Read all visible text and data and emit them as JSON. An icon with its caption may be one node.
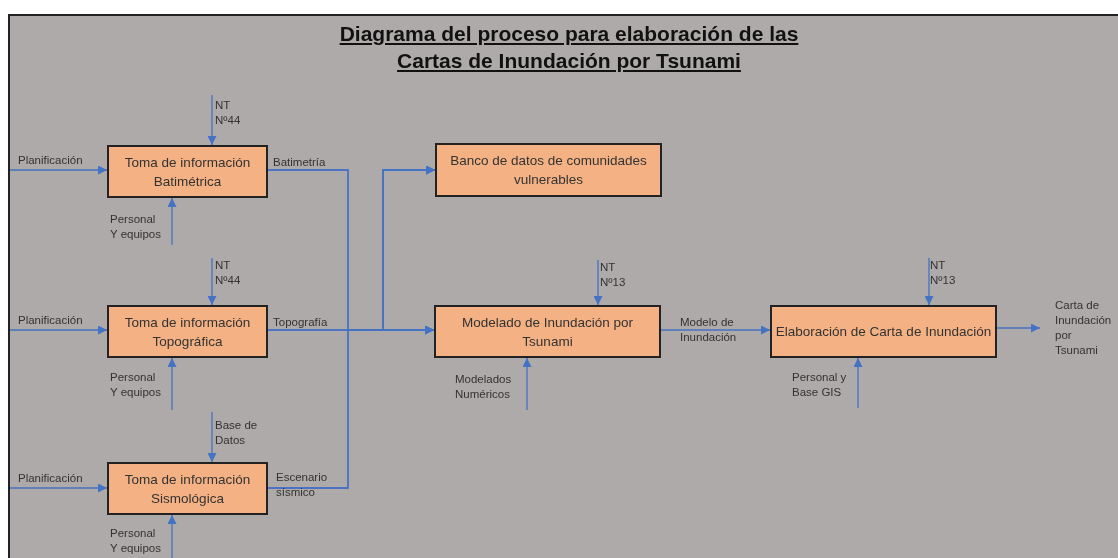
{
  "diagram": {
    "title": "Diagrama del proceso para elaboración de las Cartas de Inundación por Tsunami",
    "nodes": [
      {
        "text": [
          "Toma de información Batimétrica"
        ]
      },
      {
        "text": [
          "Toma de información Topográfica"
        ]
      },
      {
        "text": [
          "Toma de información Sismológica"
        ]
      },
      {
        "text": [
          "Banco de datos de comunidades vulnerables"
        ]
      },
      {
        "text": [
          "Modelado de Inundación por Tsunami"
        ]
      },
      {
        "text": [
          "Elaboración de Carta de Inundación"
        ]
      }
    ],
    "edges": [
      {
        "from": null,
        "to": 0,
        "arrow": "to",
        "label": "Planificación"
      },
      {
        "from": null,
        "to": 0,
        "arrow": "to",
        "label": "NT Nº44"
      },
      {
        "from": null,
        "to": 0,
        "arrow": "to",
        "label": "Personal Y equipos"
      },
      {
        "from": null,
        "to": 1,
        "arrow": "to",
        "label": "Planificación"
      },
      {
        "from": null,
        "to": 1,
        "arrow": "to",
        "label": "NT Nº44"
      },
      {
        "from": null,
        "to": 1,
        "arrow": "to",
        "label": "Personal Y equipos"
      },
      {
        "from": null,
        "to": 2,
        "arrow": "to",
        "label": "Planificación"
      },
      {
        "from": null,
        "to": 2,
        "arrow": "to",
        "label": "Base de Datos"
      },
      {
        "from": null,
        "to": 2,
        "arrow": "to",
        "label": "Personal Y equipos"
      },
      {
        "from": 0,
        "to": 4,
        "arrow": "to",
        "label": "Batimetría"
      },
      {
        "from": 1,
        "to": 4,
        "arrow": "to",
        "label": "Topografía"
      },
      {
        "from": 2,
        "to": 4,
        "arrow": "to",
        "label": "Escenario sísmico"
      },
      {
        "from": 0,
        "to": 3,
        "arrow": "to"
      },
      {
        "from": 1,
        "to": 3,
        "arrow": "to"
      },
      {
        "from": 2,
        "to": 3,
        "arrow": "to"
      },
      {
        "from": null,
        "to": 4,
        "arrow": "to",
        "label": "NT Nº13"
      },
      {
        "from": null,
        "to": 4,
        "arrow": "to",
        "label": "Modelados Numéricos"
      },
      {
        "from": 4,
        "to": 5,
        "arrow": "to",
        "label": "Modelo de Inundación"
      },
      {
        "from": null,
        "to": 5,
        "arrow": "to",
        "label": "NT Nº13"
      },
      {
        "from": null,
        "to": 5,
        "arrow": "to",
        "label": "Personal y Base GIS"
      },
      {
        "from": 5,
        "to": null,
        "arrow": "to",
        "label": "Carta de Inundación por Tsunami"
      }
    ]
  }
}
